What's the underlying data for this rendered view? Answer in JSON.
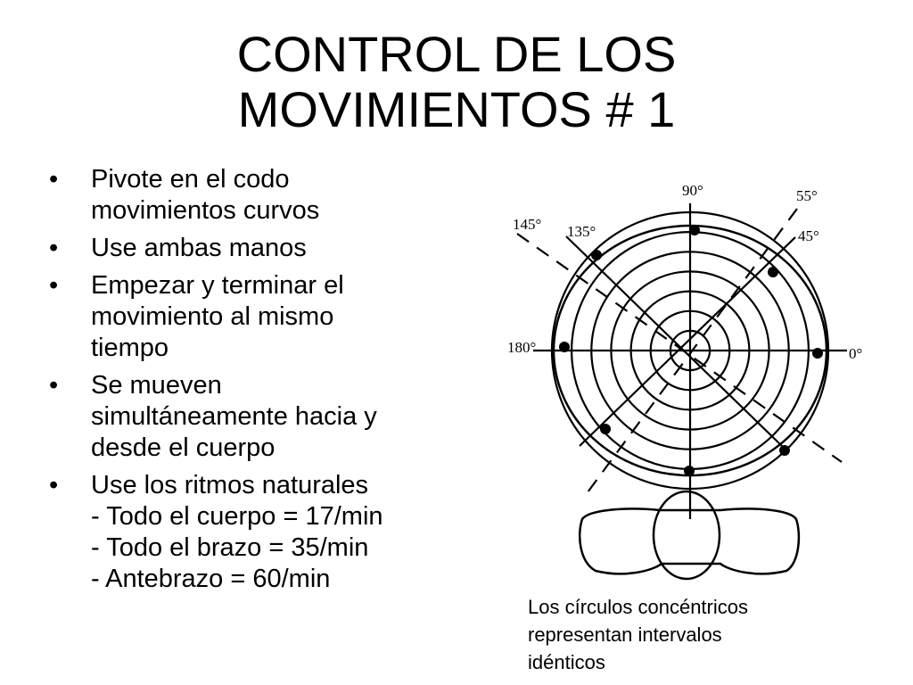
{
  "slide": {
    "title_lines": [
      "CONTROL DE LOS",
      "MOVIMIENTOS # 1"
    ],
    "bullets": [
      {
        "lines": [
          "Pivote en el codo",
          "movimientos curvos"
        ]
      },
      {
        "lines": [
          "Use ambas manos"
        ]
      },
      {
        "lines": [
          "Empezar y terminar el",
          "movimiento al mismo",
          "tiempo"
        ]
      },
      {
        "lines": [
          "Se mueven",
          "simultáneamente hacia y",
          "desde el cuerpo"
        ]
      },
      {
        "lines": [
          "Use los ritmos naturales",
          "- Todo el cuerpo = 17/min",
          "- Todo el brazo = 35/min",
          "- Antebrazo = 60/min"
        ]
      }
    ],
    "caption_lines": [
      "Los círculos concéntricos",
      "representan intervalos",
      "idénticos"
    ]
  },
  "diagram": {
    "angle_labels": {
      "deg90": "90°",
      "deg55": "55°",
      "deg45": "45°",
      "deg145": "145°",
      "deg135": "135°",
      "deg180": "180°",
      "deg0": "0°"
    },
    "ring_count": 7
  }
}
